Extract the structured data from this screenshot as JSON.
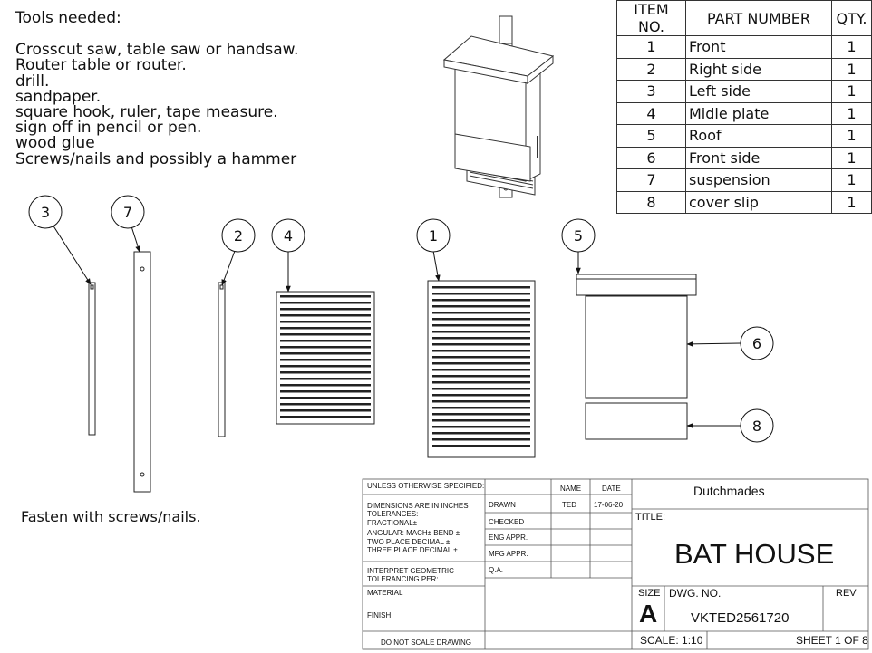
{
  "notes": {
    "heading": "Tools needed:",
    "items": [
      "Crosscut saw, table saw or handsaw.",
      "Router table or router.",
      "drill.",
      "sandpaper.",
      "square hook, ruler, tape measure.",
      "sign off in pencil or pen.",
      "wood glue",
      "Screws/nails and possibly a hammer"
    ],
    "fasten": "Fasten with screws/nails."
  },
  "bom": {
    "headers": [
      "ITEM NO.",
      "PART NUMBER",
      "QTY."
    ],
    "rows": [
      [
        "1",
        "Front",
        "1"
      ],
      [
        "2",
        "Right side",
        "1"
      ],
      [
        "3",
        "Left side",
        "1"
      ],
      [
        "4",
        "Midle plate",
        "1"
      ],
      [
        "5",
        "Roof",
        "1"
      ],
      [
        "6",
        "Front side",
        "1"
      ],
      [
        "7",
        "suspension",
        "1"
      ],
      [
        "8",
        "cover slip",
        "1"
      ]
    ]
  },
  "balloons": [
    "3",
    "7",
    "2",
    "4",
    "1",
    "5",
    "6",
    "8"
  ],
  "titleblock": {
    "unless": "UNLESS OTHERWISE SPECIFIED:",
    "dims": "DIMENSIONS ARE IN INCHES",
    "tol": "TOLERANCES:",
    "frac": "FRACTIONAL±",
    "ang": "ANGULAR: MACH±    BEND ±",
    "two": "TWO PLACE DECIMAL    ±",
    "three": "THREE PLACE DECIMAL   ±",
    "interp": "INTERPRET GEOMETRIC",
    "tolper": "TOLERANCING PER:",
    "material": "MATERIAL",
    "finish": "FINISH",
    "noscale": "DO NOT SCALE DRAWING",
    "name_h": "NAME",
    "date_h": "DATE",
    "drawn": "DRAWN",
    "drawn_name": "TED",
    "drawn_date": "17-06-20",
    "checked": "CHECKED",
    "eng": "ENG APPR.",
    "mfg": "MFG APPR.",
    "qa": "Q.A.",
    "company": "Dutchmades",
    "title_label": "TITLE:",
    "title": "BAT HOUSE",
    "size_label": "SIZE",
    "size": "A",
    "dwg_label": "DWG.  NO.",
    "dwg": "VKTED2561720",
    "rev_label": "REV",
    "scale": "SCALE: 1:10",
    "sheet": "SHEET 1 OF 8"
  }
}
